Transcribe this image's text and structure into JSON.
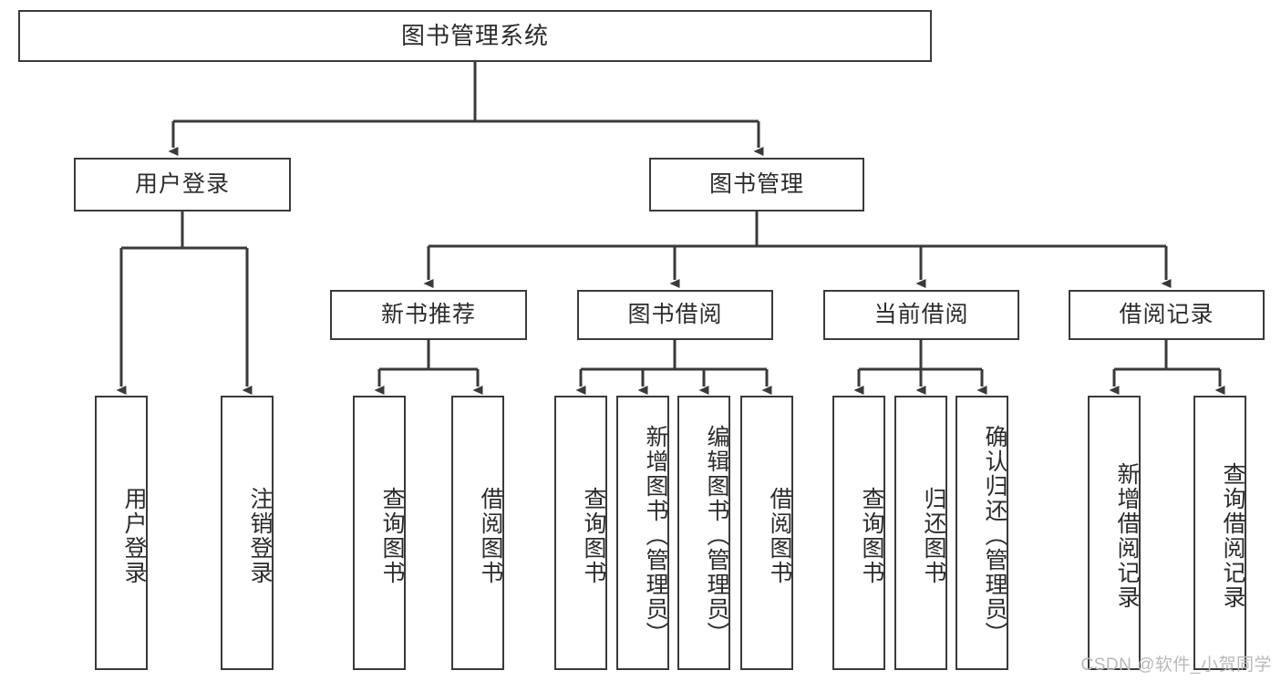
{
  "diagram": {
    "type": "tree",
    "title": "图书管理系统",
    "watermark": "CSDN @软件_小贺同学",
    "colors": {
      "box_border": "#3a3a3a",
      "box_fill": "#ffffff",
      "connector": "#3a3a3a",
      "text": "#2b2b2b",
      "watermark": "#b9b9b9",
      "background": "#ffffff"
    },
    "nodes": {
      "root": {
        "label": "图书管理系统"
      },
      "level1": [
        {
          "id": "user-login",
          "label": "用户登录"
        },
        {
          "id": "book-manage",
          "label": "图书管理"
        }
      ],
      "level2": [
        {
          "id": "new-book-recommend",
          "label": "新书推荐",
          "parent": "book-manage"
        },
        {
          "id": "book-borrow",
          "label": "图书借阅",
          "parent": "book-manage"
        },
        {
          "id": "current-borrow",
          "label": "当前借阅",
          "parent": "book-manage"
        },
        {
          "id": "borrow-record",
          "label": "借阅记录",
          "parent": "book-manage"
        }
      ],
      "leaves": {
        "user-login": [
          {
            "id": "leaf-user-login",
            "label": "用户登录"
          },
          {
            "id": "leaf-logout",
            "label": "注销登录"
          }
        ],
        "new-book-recommend": [
          {
            "id": "leaf-query-book-1",
            "label": "查询图书"
          },
          {
            "id": "leaf-borrow-book-1",
            "label": "借阅图书"
          }
        ],
        "book-borrow": [
          {
            "id": "leaf-query-book-2",
            "label": "查询图书"
          },
          {
            "id": "leaf-add-book",
            "label": "新增图书（管理员）"
          },
          {
            "id": "leaf-edit-book",
            "label": "编辑图书（管理员）"
          },
          {
            "id": "leaf-borrow-book-2",
            "label": "借阅图书"
          }
        ],
        "current-borrow": [
          {
            "id": "leaf-query-book-3",
            "label": "查询图书"
          },
          {
            "id": "leaf-return-book",
            "label": "归还图书"
          },
          {
            "id": "leaf-confirm-return",
            "label": "确认归还（管理员）"
          }
        ],
        "borrow-record": [
          {
            "id": "leaf-add-record",
            "label": "新增借阅记录"
          },
          {
            "id": "leaf-query-record",
            "label": "查询借阅记录"
          }
        ]
      }
    }
  }
}
